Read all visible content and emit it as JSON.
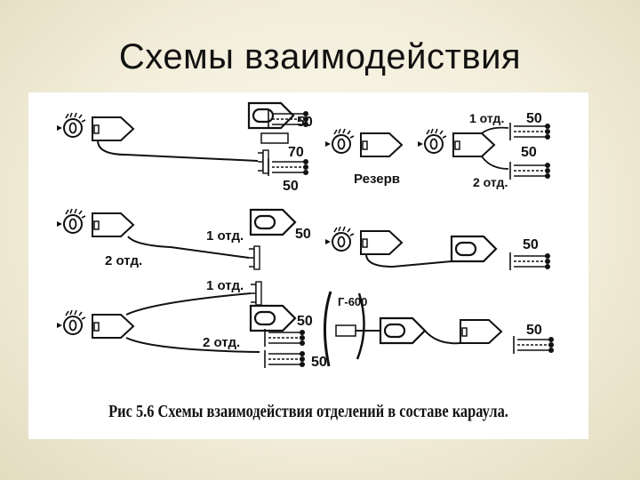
{
  "slide": {
    "title": "Схемы взаимодействия"
  },
  "figure": {
    "caption": "Рис 5.6 Схемы взаимодействия отделений в составе караула.",
    "labels": {
      "d1_top": "50",
      "d1_mid": "70",
      "d1_bot": "50",
      "reserve": "Резерв",
      "d2_otd1": "1 отд.",
      "d2_top": "50",
      "d2_otd2": "2 отд.",
      "d2_bot": "50",
      "d3_otd1": "1 отд.",
      "d3_otd2": "2 отд.",
      "d3_top": "50",
      "d3_bot": "50",
      "d4": "50",
      "d5_device": "Г-600",
      "d5": "50"
    }
  }
}
